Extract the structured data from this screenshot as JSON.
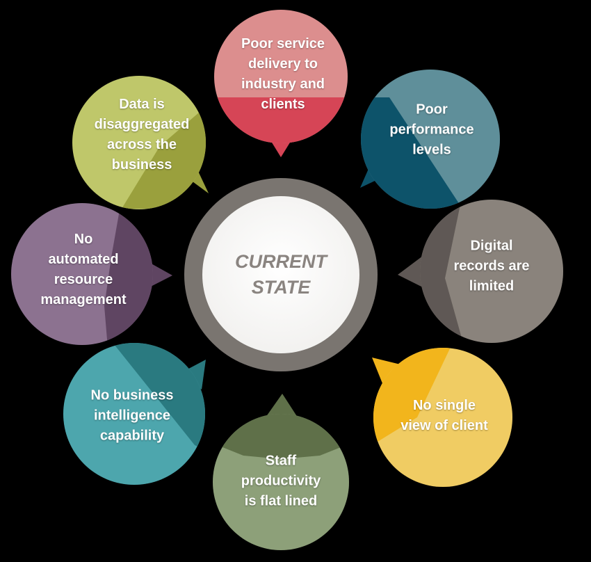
{
  "center": {
    "label": "CURRENT\nSTATE",
    "ring_color": "#7a7470",
    "text_color": "#8a8480"
  },
  "bubbles": [
    {
      "id": "poor-service-delivery",
      "text": "Poor service\ndelivery to\nindustry and\nclients",
      "color": "#dc8e8e",
      "shade": "#d64457"
    },
    {
      "id": "poor-performance",
      "text": "Poor\nperformance\nlevels",
      "color": "#5e8f9a",
      "shade": "#11536b"
    },
    {
      "id": "digital-records",
      "text": "Digital\nrecords are\nlimited",
      "color": "#8a837c",
      "shade": "#5f5954"
    },
    {
      "id": "no-single-view",
      "text": "No single\nview of client",
      "color": "#f0cc64",
      "shade": "#f2b51c"
    },
    {
      "id": "staff-productivity",
      "text": "Staff\nproductivity\nis flat lined",
      "color": "#8da079",
      "shade": "#5e7049"
    },
    {
      "id": "no-business-intelligence",
      "text": "No business\nintelligence\ncapability",
      "color": "#4ea6ad",
      "shade": "#2b7a80"
    },
    {
      "id": "no-automated-resource",
      "text": "No\nautomated\nresource\nmanagement",
      "color": "#8c7290",
      "shade": "#5f4562"
    },
    {
      "id": "data-disaggregated",
      "text": "Data is\ndisaggregated\nacross the\nbusiness",
      "color": "#bfc76a",
      "shade": "#9aa03c"
    }
  ]
}
